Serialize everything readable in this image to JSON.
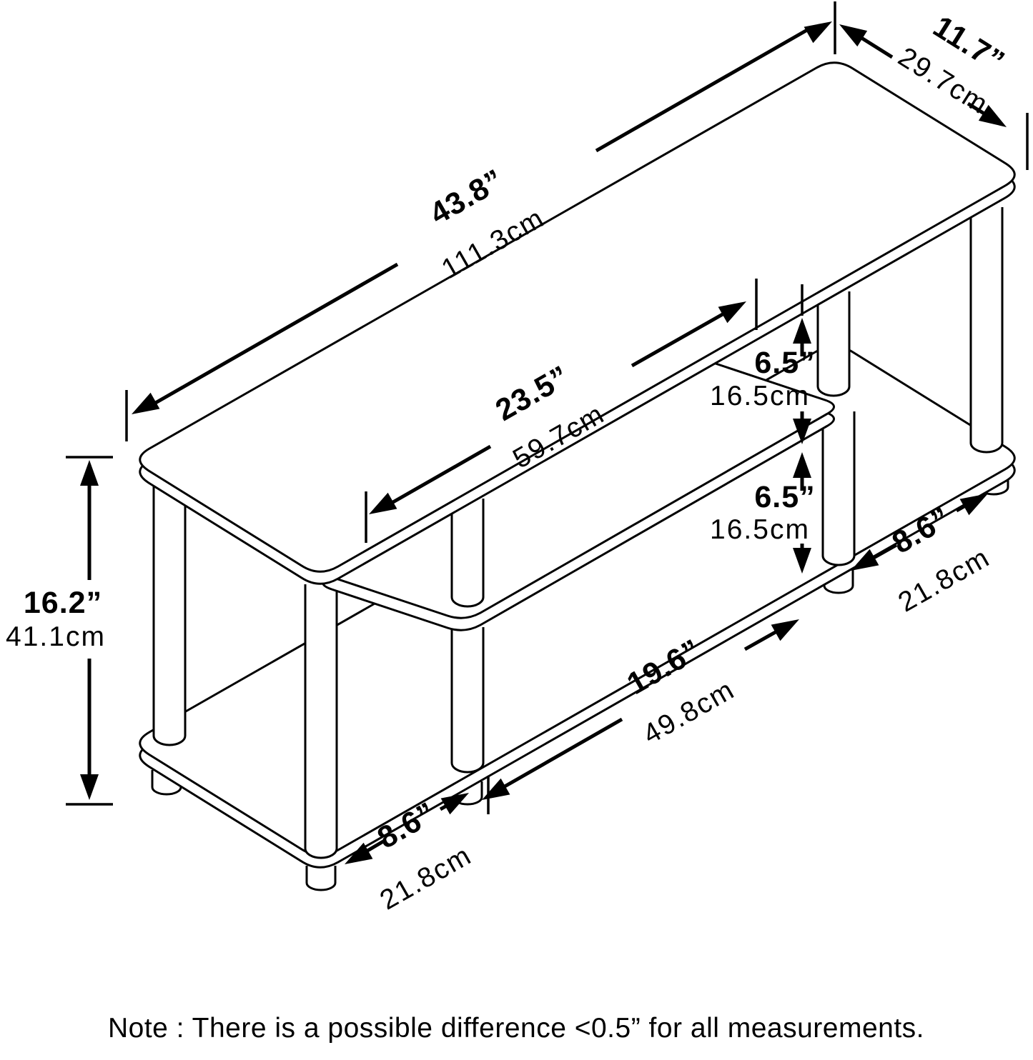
{
  "figure": {
    "kind": "product-dimension-diagram",
    "subject": "3-tier TV stand / entertainment center line drawing"
  },
  "dimensions": {
    "top_length": {
      "inch": "43.8”",
      "cm": "111.3cm"
    },
    "top_depth": {
      "inch": "11.7”",
      "cm": "29.7cm"
    },
    "middle_shelf_length": {
      "inch": "23.5”",
      "cm": "59.7cm"
    },
    "upper_shelf_gap": {
      "inch": "6.5”",
      "cm": "16.5cm"
    },
    "lower_shelf_gap": {
      "inch": "6.5”",
      "cm": "16.5cm"
    },
    "right_section": {
      "inch": "8.6”",
      "cm": "21.8cm"
    },
    "center_section": {
      "inch": "19.6”",
      "cm": "49.8cm"
    },
    "left_section": {
      "inch": "8.6”",
      "cm": "21.8cm"
    },
    "overall_height": {
      "inch": "16.2”",
      "cm": "41.1cm"
    }
  },
  "note": "Note : There is a possible difference <0.5” for all measurements.",
  "colors": {
    "line": "#000000",
    "background": "#ffffff"
  }
}
